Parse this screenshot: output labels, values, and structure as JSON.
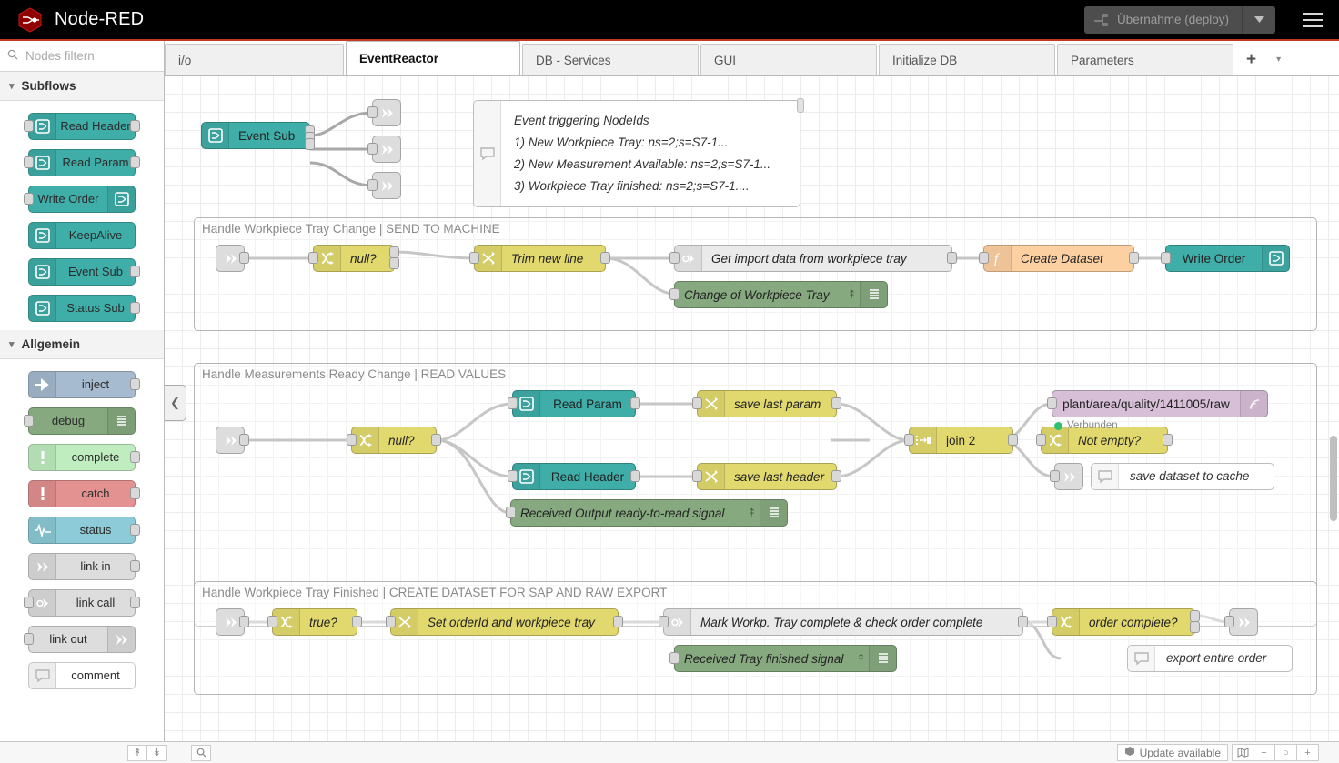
{
  "header": {
    "brand": "Node-RED",
    "deploy_label": "Übernahme (deploy)",
    "deploy_icon": "deploy-icon",
    "dropdown_icon": "chevron-down-icon",
    "menu_icon": "hamburger-menu-icon",
    "accent_color": "#c0392b",
    "bar_color": "#000000"
  },
  "palette": {
    "search_placeholder": "Nodes filtern",
    "search_icon": "search-icon",
    "categories": [
      {
        "name": "Subflows",
        "expanded": true,
        "chevron": "chevron-down-icon",
        "nodes": [
          {
            "label": "Read Header",
            "color": "#3fada8",
            "icon_side": "left",
            "icon": "subflow-icon",
            "in": true,
            "out": true
          },
          {
            "label": "Read Param",
            "color": "#3fada8",
            "icon_side": "left",
            "icon": "subflow-icon",
            "in": true,
            "out": true
          },
          {
            "label": "Write Order",
            "color": "#3fada8",
            "icon_side": "right",
            "icon": "subflow-icon",
            "in": true,
            "out": false
          },
          {
            "label": "KeepAlive",
            "color": "#3fada8",
            "icon_side": "left",
            "icon": "subflow-icon",
            "in": false,
            "out": false
          },
          {
            "label": "Event Sub",
            "color": "#3fada8",
            "icon_side": "left",
            "icon": "subflow-icon",
            "in": false,
            "out": true
          },
          {
            "label": "Status Sub",
            "color": "#3fada8",
            "icon_side": "left",
            "icon": "subflow-icon",
            "in": false,
            "out": true
          }
        ]
      },
      {
        "name": "Allgemein",
        "expanded": true,
        "chevron": "chevron-down-icon",
        "nodes": [
          {
            "label": "inject",
            "color": "#a6bbcf",
            "icon_side": "left",
            "icon": "inject-arrow-icon",
            "in": false,
            "out": true
          },
          {
            "label": "debug",
            "color": "#87a980",
            "icon_side": "right",
            "icon": "debug-lines-icon",
            "in": true,
            "out": false
          },
          {
            "label": "complete",
            "color": "#c0edc0",
            "icon_side": "left",
            "icon": "alert-icon",
            "in": false,
            "out": true
          },
          {
            "label": "catch",
            "color": "#e49191",
            "icon_side": "left",
            "icon": "alert-icon",
            "in": false,
            "out": true
          },
          {
            "label": "status",
            "color": "#8ccbd7",
            "icon_side": "left",
            "icon": "pulse-icon",
            "in": false,
            "out": true
          },
          {
            "label": "link in",
            "color": "#dddddd",
            "icon_side": "left",
            "icon": "link-in-icon",
            "in": false,
            "out": true
          },
          {
            "label": "link call",
            "color": "#dddddd",
            "icon_side": "left",
            "icon": "link-call-icon",
            "in": true,
            "out": true
          },
          {
            "label": "link out",
            "color": "#dddddd",
            "icon_side": "right",
            "icon": "link-out-icon",
            "in": true,
            "out": false
          },
          {
            "label": "comment",
            "color": "#ffffff",
            "icon_side": "left",
            "icon": "comment-icon",
            "in": false,
            "out": false
          }
        ]
      }
    ]
  },
  "tabs": {
    "items": [
      {
        "label": "i/o",
        "active": false
      },
      {
        "label": "EventReactor",
        "active": true
      },
      {
        "label": "DB - Services",
        "active": false
      },
      {
        "label": "GUI",
        "active": false
      },
      {
        "label": "Initialize DB",
        "active": false
      },
      {
        "label": "Parameters",
        "active": false
      }
    ],
    "add_icon": "plus-icon",
    "list_icon": "chevron-down-icon"
  },
  "canvas": {
    "collapse_icon": "chevron-left-icon",
    "top_flow": {
      "event_sub": {
        "label": "Event Sub",
        "color": "#3fada8",
        "icon": "subflow-icon"
      },
      "link_outs": [
        "link-out-icon",
        "link-out-icon",
        "link-out-icon"
      ],
      "comment": {
        "icon": "comment-icon",
        "lines": [
          "Event triggering NodeIds",
          "1) New Workpiece Tray: ns=2;s=S7-1...",
          "2) New Measurement Available: ns=2;s=S7-1...",
          "3) Workpiece Tray finished: ns=2;s=S7-1...."
        ]
      }
    },
    "groups": [
      {
        "title": "Handle Workpiece Tray Change | SEND TO MACHINE",
        "nodes": [
          {
            "label": "",
            "type": "link-in",
            "color": "#dddddd",
            "icon": "link-in-icon"
          },
          {
            "label": "null?",
            "type": "switch",
            "color": "#e2d96e",
            "icon": "switch-icon"
          },
          {
            "label": "Trim new line",
            "type": "change",
            "color": "#e2d96e",
            "icon": "change-icon"
          },
          {
            "label": "Get import data from workpiece tray",
            "type": "link-call",
            "color": "#eaeaea",
            "icon": "link-call-icon"
          },
          {
            "label": "Create Dataset",
            "type": "function",
            "color": "#fdd0a2",
            "icon": "function-icon"
          },
          {
            "label": "Write Order",
            "type": "subflow",
            "color": "#3fada8",
            "icon": "subflow-icon"
          },
          {
            "label": "Change of Workpiece Tray",
            "type": "debug",
            "color": "#87a980",
            "icon": "debug-lines-icon"
          }
        ]
      },
      {
        "title": "Handle Measurements Ready Change | READ VALUES",
        "nodes": [
          {
            "label": "",
            "type": "link-in",
            "color": "#dddddd",
            "icon": "link-in-icon"
          },
          {
            "label": "null?",
            "type": "switch",
            "color": "#e2d96e",
            "icon": "switch-icon"
          },
          {
            "label": "Read Param",
            "type": "subflow",
            "color": "#3fada8",
            "icon": "subflow-icon"
          },
          {
            "label": "Read Header",
            "type": "subflow",
            "color": "#3fada8",
            "icon": "subflow-icon"
          },
          {
            "label": "save last param",
            "type": "change",
            "color": "#e2d96e",
            "icon": "change-icon"
          },
          {
            "label": "save last header",
            "type": "change",
            "color": "#e2d96e",
            "icon": "change-icon"
          },
          {
            "label": "join 2",
            "type": "join",
            "color": "#e2d96e",
            "icon": "join-icon"
          },
          {
            "label": "Not empty?",
            "type": "switch",
            "color": "#e2d96e",
            "icon": "switch-icon"
          },
          {
            "label": "plant/area/quality/1411005/raw",
            "type": "mqtt-out",
            "color": "#d8bfd8",
            "icon": "mqtt-icon",
            "status": "Verbunden",
            "status_color": "#2fbf71"
          },
          {
            "label": "save dataset to cache",
            "type": "comment",
            "color": "#ffffff",
            "icon": "comment-icon"
          },
          {
            "label": "Received Output ready-to-read signal",
            "type": "debug",
            "color": "#87a980",
            "icon": "debug-lines-icon"
          }
        ]
      },
      {
        "title": "Handle Workpiece Tray Finished | CREATE DATASET FOR SAP AND RAW EXPORT",
        "nodes": [
          {
            "label": "",
            "type": "link-in",
            "color": "#dddddd",
            "icon": "link-in-icon"
          },
          {
            "label": "true?",
            "type": "switch",
            "color": "#e2d96e",
            "icon": "switch-icon"
          },
          {
            "label": "Set orderId and workpiece tray",
            "type": "change",
            "color": "#e2d96e",
            "icon": "change-icon"
          },
          {
            "label": "Mark Workp. Tray complete & check order complete",
            "type": "link-call",
            "color": "#eaeaea",
            "icon": "link-call-icon"
          },
          {
            "label": "order complete?",
            "type": "switch",
            "color": "#e2d96e",
            "icon": "switch-icon"
          },
          {
            "label": "",
            "type": "link-out",
            "color": "#dddddd",
            "icon": "link-out-icon"
          },
          {
            "label": "Received Tray finished signal",
            "type": "debug",
            "color": "#87a980",
            "icon": "debug-lines-icon"
          },
          {
            "label": "export entire order",
            "type": "comment",
            "color": "#ffffff",
            "icon": "comment-icon"
          }
        ]
      }
    ]
  },
  "footer": {
    "collapse_up_icon": "chevrons-up-icon",
    "collapse_down_icon": "chevrons-down-icon",
    "search_icon": "search-icon",
    "update_label": "Update available",
    "update_icon": "cube-icon",
    "navigator_icon": "navigator-map-icon",
    "zoom_out_label": "−",
    "zoom_reset_label": "○",
    "zoom_in_label": "+"
  }
}
